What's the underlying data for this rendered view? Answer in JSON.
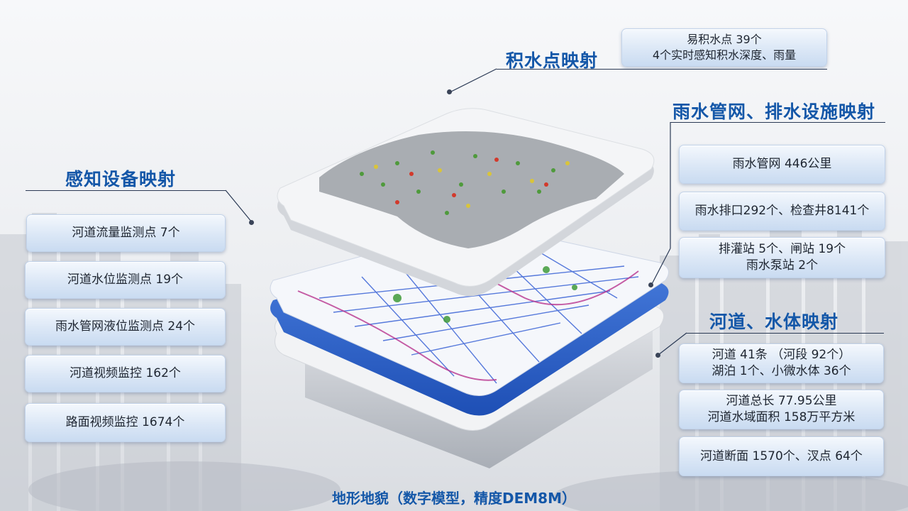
{
  "headings": {
    "waterlogging": "积水点映射",
    "drainage": "雨水管网、排水设施映射",
    "sensing": "感知设备映射",
    "river": "河道、水体映射"
  },
  "waterlogging_info": {
    "line1": "易积水点 39个",
    "line2": "4个实时感知积水深度、雨量"
  },
  "sensing_items": [
    "河道流量监测点 7个",
    "河道水位监测点 19个",
    "雨水管网液位监测点 24个",
    "河道视频监控 162个",
    "路面视频监控 1674个"
  ],
  "drainage_items": [
    {
      "line1": "雨水管网 446公里"
    },
    {
      "line1": "雨水排口292个、检查井8141个"
    },
    {
      "line1": "排灌站 5个、闸站 19个",
      "line2": "雨水泵站 2个"
    }
  ],
  "river_items": [
    {
      "line1": "河道 41条 （河段 92个）",
      "line2": "湖泊 1个、小微水体 36个"
    },
    {
      "line1": "河道总长 77.95公里",
      "line2": "河道水域面积 158万平方米"
    },
    {
      "line1": "河道断面 1570个、汊点 64个"
    }
  ],
  "bottom_caption": "地形地貌（数字模型，精度DEM8M）",
  "colors": {
    "heading": "#1457a8",
    "box_top": "#f4f8fd",
    "box_bottom": "#c9dbf1",
    "layer_blue": "#2f63c9"
  }
}
